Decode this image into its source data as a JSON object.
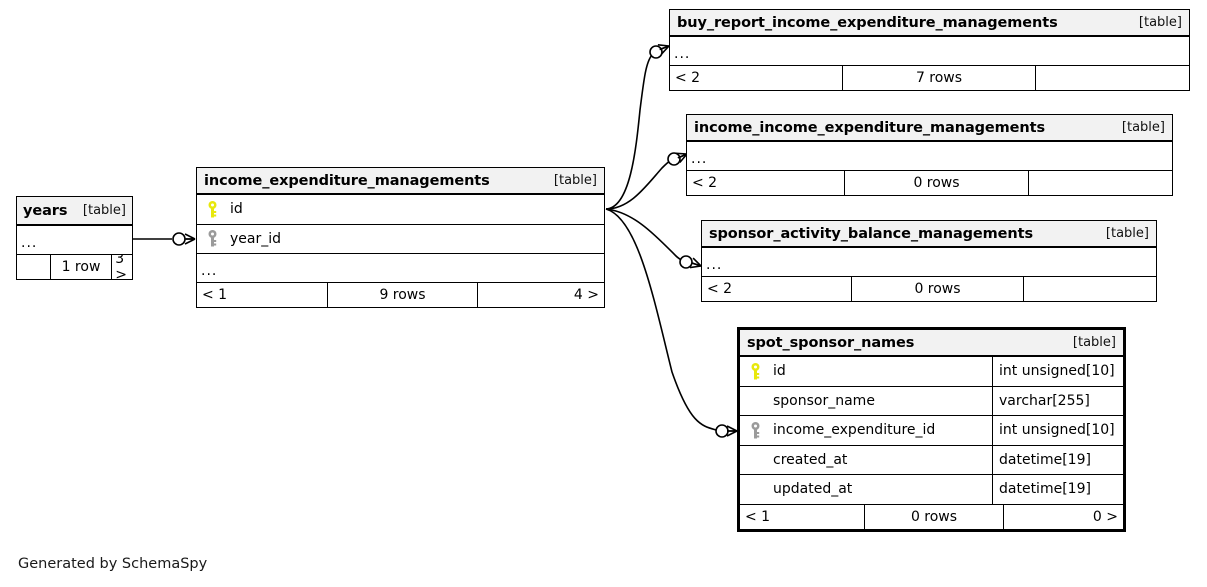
{
  "diagram": {
    "caption": "Generated by SchemaSpy",
    "table_tag": "[table]",
    "ellipsis": "...",
    "key_colors": {
      "primary": "#e8e80d",
      "foreign": "#9b9b9b"
    }
  },
  "tables": [
    {
      "id": "years",
      "name": "years",
      "tag": "[table]",
      "columns": [],
      "has_ellipsis_row": true,
      "footer": {
        "left": "",
        "center": "1 row",
        "right": "3 >"
      }
    },
    {
      "id": "income_expenditure_managements",
      "name": "income_expenditure_managements",
      "tag": "[table]",
      "columns": [
        {
          "key": "primary",
          "name": "id",
          "type": ""
        },
        {
          "key": "foreign",
          "name": "year_id",
          "type": ""
        }
      ],
      "has_ellipsis_row": true,
      "footer": {
        "left": "< 1",
        "center": "9 rows",
        "right": "4 >"
      }
    },
    {
      "id": "buy_report_income_expenditure_managements",
      "name": "buy_report_income_expenditure_managements",
      "tag": "[table]",
      "columns": [],
      "has_ellipsis_row": true,
      "footer": {
        "left": "< 2",
        "center": "7 rows",
        "right": ""
      }
    },
    {
      "id": "income_income_expenditure_managements",
      "name": "income_income_expenditure_managements",
      "tag": "[table]",
      "columns": [],
      "has_ellipsis_row": true,
      "footer": {
        "left": "< 2",
        "center": "0 rows",
        "right": ""
      }
    },
    {
      "id": "sponsor_activity_balance_managements",
      "name": "sponsor_activity_balance_managements",
      "tag": "[table]",
      "columns": [],
      "has_ellipsis_row": true,
      "footer": {
        "left": "< 2",
        "center": "0 rows",
        "right": ""
      }
    },
    {
      "id": "spot_sponsor_names",
      "name": "spot_sponsor_names",
      "tag": "[table]",
      "focal": true,
      "columns": [
        {
          "key": "primary",
          "name": "id",
          "type": "int unsigned[10]"
        },
        {
          "key": "none",
          "name": "sponsor_name",
          "type": "varchar[255]"
        },
        {
          "key": "foreign",
          "name": "income_expenditure_id",
          "type": "int unsigned[10]"
        },
        {
          "key": "none",
          "name": "created_at",
          "type": "datetime[19]"
        },
        {
          "key": "none",
          "name": "updated_at",
          "type": "datetime[19]"
        }
      ],
      "has_ellipsis_row": false,
      "footer": {
        "left": "< 1",
        "center": "0 rows",
        "right": "0 >"
      }
    }
  ],
  "relationships": [
    {
      "from": "income_expenditure_managements",
      "to": "buy_report_income_expenditure_managements"
    },
    {
      "from": "income_expenditure_managements",
      "to": "income_income_expenditure_managements"
    },
    {
      "from": "income_expenditure_managements",
      "to": "sponsor_activity_balance_managements"
    },
    {
      "from": "income_expenditure_managements",
      "to": "spot_sponsor_names"
    },
    {
      "from": "years",
      "to": "income_expenditure_managements"
    }
  ]
}
